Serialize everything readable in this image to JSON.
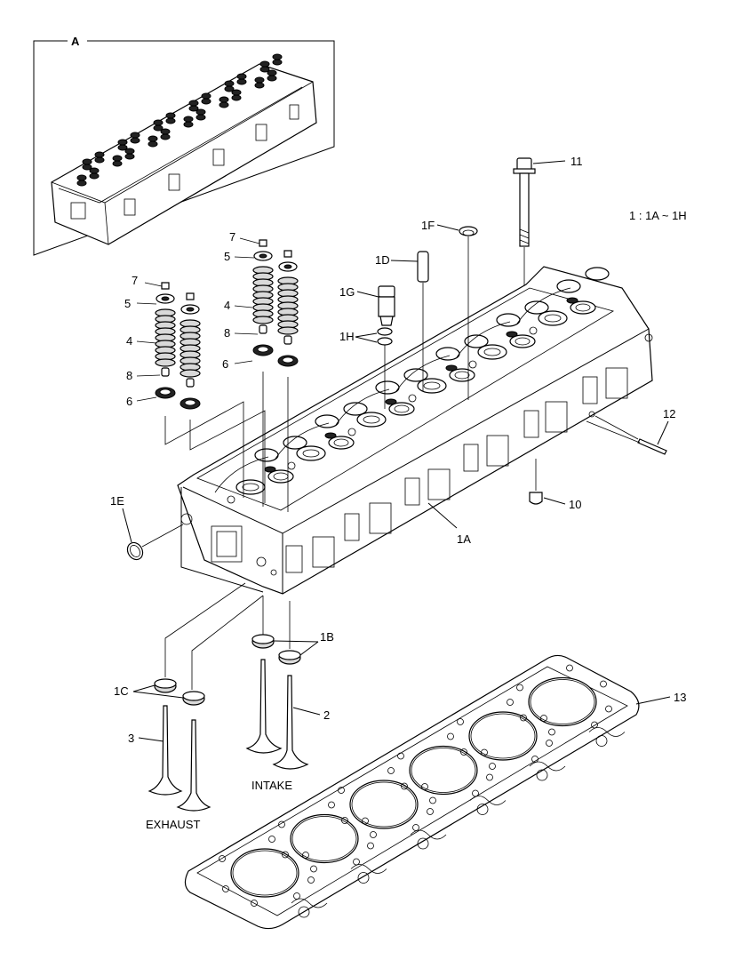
{
  "view_box_label": "A",
  "legend_note": "1 : 1A ~ 1H",
  "labels": {
    "p1A": "1A",
    "p1B": "1B",
    "p1C": "1C",
    "p1D": "1D",
    "p1E": "1E",
    "p1F": "1F",
    "p1G": "1G",
    "p1H": "1H",
    "p2": "2",
    "p3": "3",
    "p4_left": "4",
    "p4_right": "4",
    "p5_left": "5",
    "p5_right": "5",
    "p6_left": "6",
    "p6_right": "6",
    "p7_left": "7",
    "p7_right": "7",
    "p8_left": "8",
    "p8_right": "8",
    "p10": "10",
    "p11": "11",
    "p12": "12",
    "p13": "13"
  },
  "captions": {
    "intake": "INTAKE",
    "exhaust": "EXHAUST"
  }
}
